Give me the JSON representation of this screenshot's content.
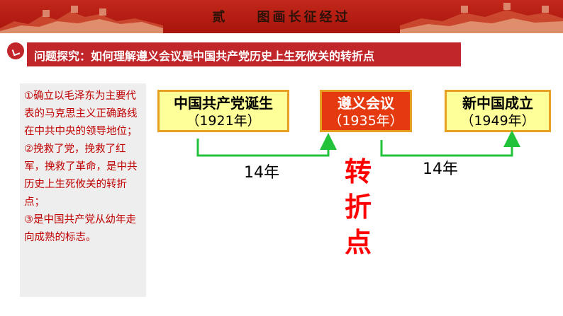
{
  "header": {
    "title": "贰    图画长征经过"
  },
  "question": "问题探究：如何理解遵义会议是中国共产党历史上生死攸关的转折点",
  "note": [
    "①确立以毛泽东为主要代表的马克思主义正确路线在中共中央的领导地位；",
    "②挽救了党，挽救了红军，挽救了革命，是中共历史上生死攸关的转折点；",
    "③是中国共产党从幼年走向成熟的标志。"
  ],
  "timeline": {
    "events": [
      {
        "name": "中国共产党诞生",
        "year": "（1921年）"
      },
      {
        "name": "遵义会议",
        "year": "（1935年）"
      },
      {
        "name": "新中国成立",
        "year": "（1949年）"
      }
    ],
    "intervals": [
      "14年",
      "14年"
    ],
    "turning_point": [
      "转",
      "折",
      "点"
    ]
  },
  "colors": {
    "header": "#b01a10",
    "accent": "#c0262a",
    "arrow": "#22c33a",
    "highlight": "#ff0000"
  }
}
